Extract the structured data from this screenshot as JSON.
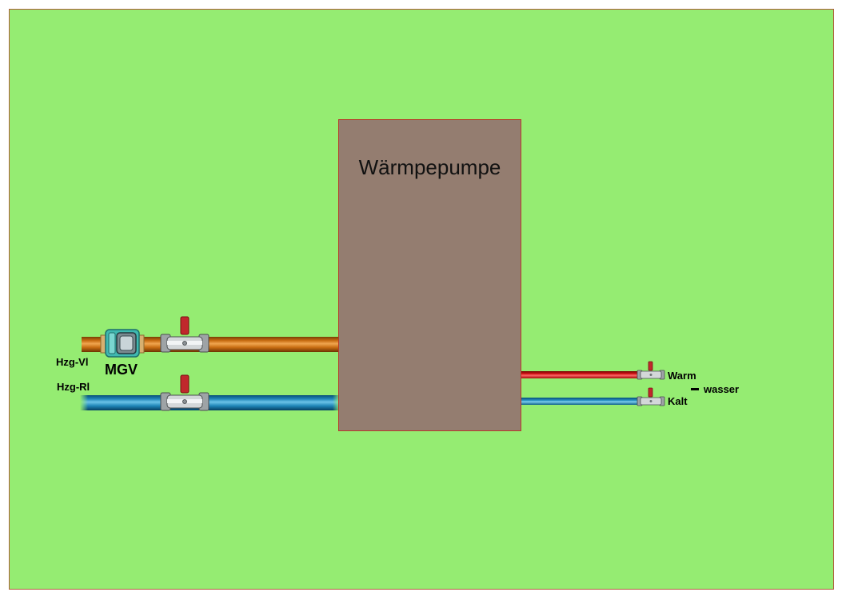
{
  "diagram": {
    "heat_pump_label": "Wärmpepumpe",
    "heating_flow_label": "Hzg-Vl",
    "heating_return_label": "Hzg-Rl",
    "meter_label": "MGV",
    "warm_label": "Warm",
    "cold_label": "Kalt",
    "water_label": "wasser"
  },
  "colors": {
    "background": "#95ec72",
    "heat_pump": "#947d70",
    "flow_pipe": "#c86d12",
    "return_pipe": "#1f86b8",
    "warm_water_pipe": "#d61a1a",
    "cold_water_pipe": "#2a93c5",
    "valve_handle": "#c0282c",
    "meter": "#3fb8b0"
  }
}
